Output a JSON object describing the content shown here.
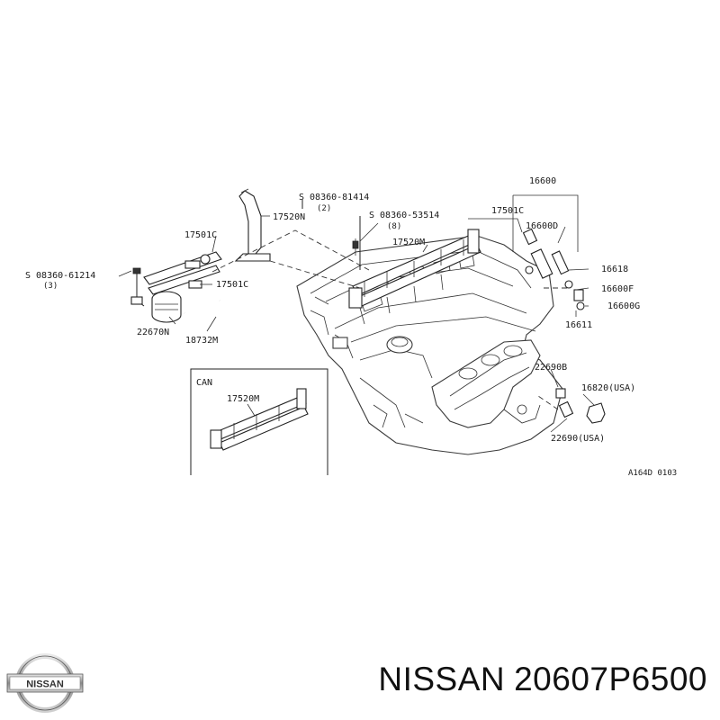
{
  "diagram": {
    "callouts": {
      "fuel_rail_top": "17520N",
      "screw_81414": "S 08360-81414",
      "screw_81414_qty": "(2)",
      "screw_53514": "S 08360-53514",
      "screw_53514_qty": "(8)",
      "clamp_right": "17501C",
      "injector_assy": "16600",
      "injector": "16600D",
      "fuel_rail": "17520M",
      "clamp_left": "17501C",
      "screw_61214": "S 08360-61214",
      "screw_61214_qty": "(3)",
      "clamp_lower": "17501C",
      "insulator": "16618",
      "o_ring": "16600F",
      "seal": "16600G",
      "spacer": "16611",
      "filter": "22670N",
      "hose": "18732M",
      "sensor_bracket": "22690B",
      "sensor_usa": "16820(USA)",
      "sensor_lower_usa": "22690(USA)",
      "can_label": "CAN",
      "can_fuel_rail": "17520M",
      "drawing_code": "A164D 0103"
    }
  },
  "footer": {
    "logo_text": "NISSAN",
    "brand": "NISSAN",
    "part_number": "20607P6500"
  }
}
